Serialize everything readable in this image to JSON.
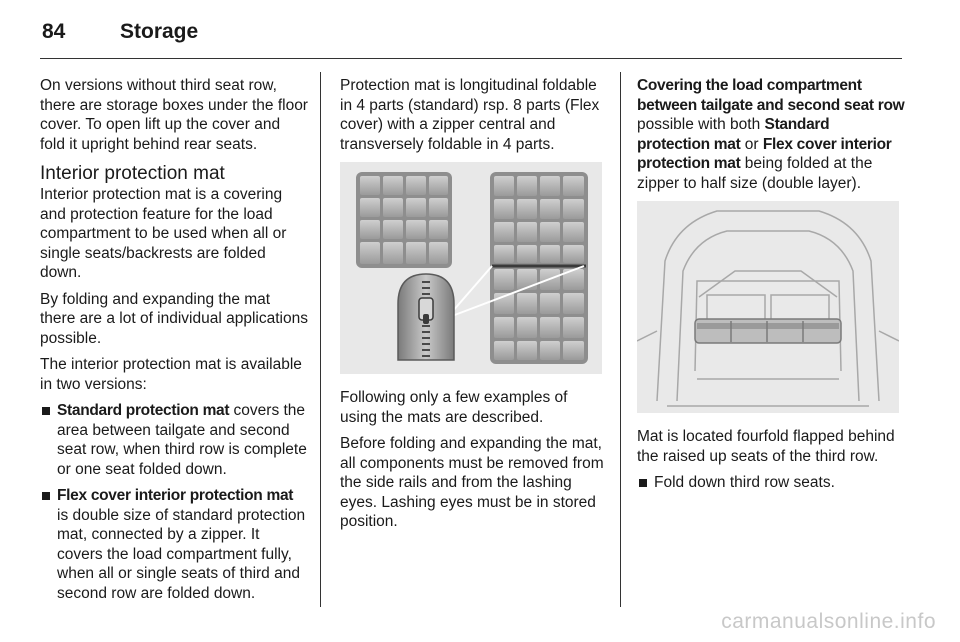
{
  "header": {
    "page_number": "84",
    "section_title": "Storage"
  },
  "col1": {
    "intro": "On versions without third seat row, there are storage boxes under the floor cover. To open lift up the cover and fold it upright behind rear seats.",
    "heading": "Interior protection mat",
    "p1": "Interior protection mat is a covering and protection feature for the load compartment to be used when all or single seats/backrests are folded down.",
    "p2": "By folding and expanding the mat there are a lot of individual applications possible.",
    "p3": "The interior protection mat is available in two versions:",
    "bullets": [
      {
        "bold": "Standard protection mat",
        "text": " covers the area between tailgate and second seat row, when third row is complete or one seat folded down."
      },
      {
        "bold": "Flex cover interior protection mat",
        "text": " is double size of standard protection mat, connected by a zipper. It covers the load compartment fully, when all or single seats of third and second row are folded down."
      }
    ]
  },
  "col2": {
    "p1": "Protection mat is longitudinal foldable in 4 parts (standard) rsp. 8 parts (Flex cover) with a zipper central and transversely foldable in 4 parts.",
    "p2": "Following only a few examples of using the mats are described.",
    "p3": "Before folding and expanding the mat, all components must be removed from the side rails and from the lashing eyes. Lashing eyes must be in stored position."
  },
  "col3": {
    "h_bold": "Covering the load compartment between tailgate and second seat row",
    "p1_a": " possible with both ",
    "p1_b1": "Standard protection mat",
    "p1_c": " or ",
    "p1_b2": "Flex cover interior protection mat",
    "p1_d": " being folded at the zipper to half size (double layer).",
    "p2": "Mat is located fourfold flapped behind the raised up seats of the third row.",
    "bullets": [
      {
        "text": "Fold down third row seats."
      }
    ]
  },
  "footer": {
    "watermark": "carmanualsonline.info"
  }
}
